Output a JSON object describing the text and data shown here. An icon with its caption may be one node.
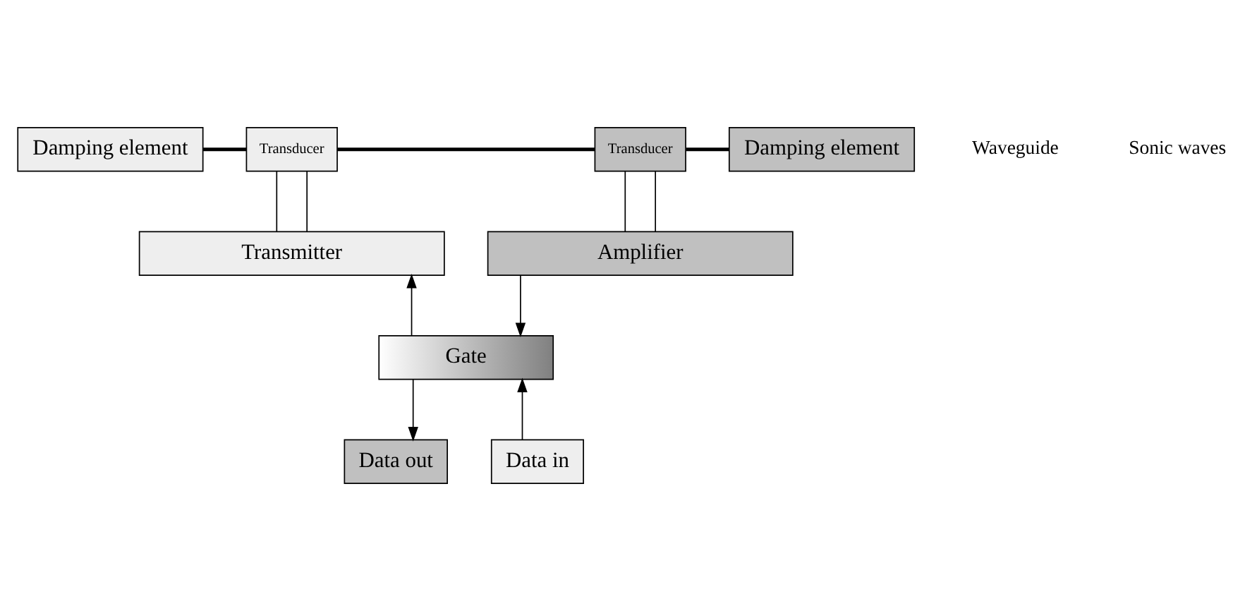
{
  "diagram": {
    "nodes": [
      {
        "text": [
          "Damping element"
        ]
      },
      {
        "text": [
          "Transducer"
        ]
      },
      {
        "text": [
          "Transducer"
        ]
      },
      {
        "text": [
          "Damping element"
        ]
      },
      {
        "text": [
          "Transmitter"
        ]
      },
      {
        "text": [
          "Amplifier"
        ]
      },
      {
        "text": [
          "Gate"
        ]
      },
      {
        "text": [
          "Data in"
        ]
      },
      {
        "text": [
          "Data out"
        ]
      }
    ],
    "edges": [
      {
        "from": 0,
        "to": 1,
        "arrow": "none",
        "style": "thick"
      },
      {
        "from": 1,
        "to": 2,
        "arrow": "none",
        "style": "thick"
      },
      {
        "from": 2,
        "to": 3,
        "arrow": "none",
        "style": "thick"
      },
      {
        "from": 1,
        "to": 4,
        "arrow": "none"
      },
      {
        "from": 1,
        "to": 4,
        "arrow": "none"
      },
      {
        "from": 2,
        "to": 5,
        "arrow": "none"
      },
      {
        "from": 2,
        "to": 5,
        "arrow": "none"
      },
      {
        "from": 6,
        "to": 4,
        "arrow": "to"
      },
      {
        "from": 5,
        "to": 6,
        "arrow": "to"
      },
      {
        "from": 7,
        "to": 6,
        "arrow": "to"
      },
      {
        "from": 6,
        "to": 8,
        "arrow": "to"
      }
    ],
    "labels": [
      "Waveguide",
      "Sonic waves"
    ]
  }
}
